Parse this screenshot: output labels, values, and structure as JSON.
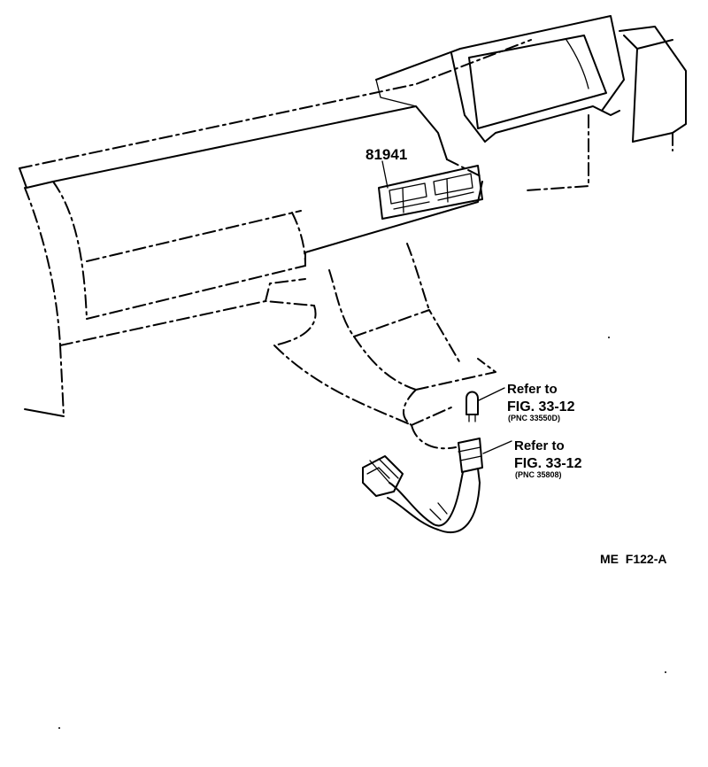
{
  "part_label": "81941",
  "references": [
    {
      "refer": "Refer to",
      "figure": "FIG. 33-12",
      "pnc": "(PNC 33550D)"
    },
    {
      "refer": "Refer to",
      "figure": "FIG. 33-12",
      "pnc": "(PNC 35808)"
    }
  ],
  "drawing_code": "ME  F122-A",
  "colors": {
    "line": "#000000",
    "background": "#ffffff"
  }
}
